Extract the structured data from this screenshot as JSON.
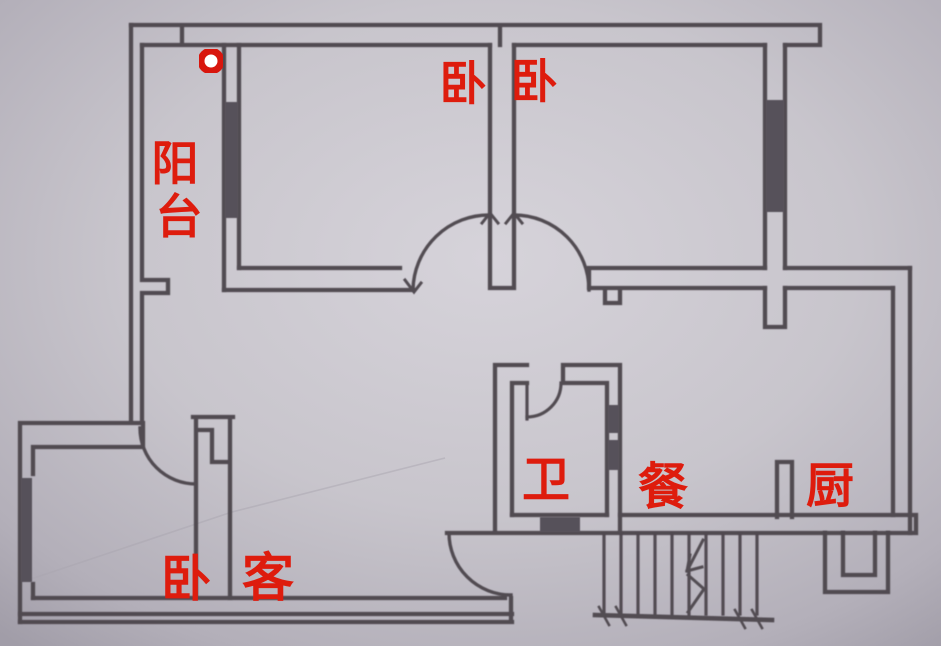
{
  "rooms": {
    "balcony": {
      "label": "阳台",
      "chars": [
        "阳",
        "台"
      ]
    },
    "bedroom_top_left": {
      "label": "卧"
    },
    "bedroom_top_right": {
      "label": "卧"
    },
    "bathroom": {
      "label": "卫"
    },
    "dining": {
      "label": "餐"
    },
    "kitchen": {
      "label": "厨"
    },
    "bedroom_bottom_left": {
      "label": "卧"
    },
    "living": {
      "label": "客"
    }
  },
  "marker": {
    "shape": "circle",
    "ring_color": "#d8150b",
    "fill_color": "#ffffff"
  },
  "colors": {
    "label_red": "#de1a0e",
    "wall": "#4d474e",
    "window_fill": "#57515a",
    "crease": "#a9a5af",
    "paper_center": "#d6d3da",
    "paper_mid": "#c8c5cc",
    "paper_edge": "#b3afb9",
    "paper_corner": "#a19da8"
  }
}
